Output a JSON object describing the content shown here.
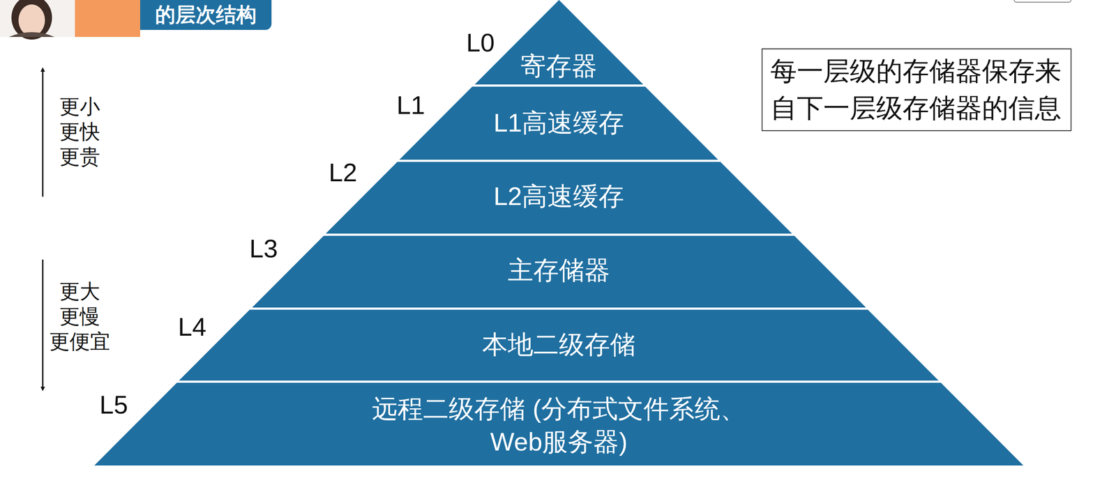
{
  "diagram": {
    "title": "的层次结构",
    "nodes": [
      {
        "text": [
          "寄存器"
        ]
      },
      {
        "text": [
          "L1高速缓存"
        ]
      },
      {
        "text": [
          "L2高速缓存"
        ]
      },
      {
        "text": [
          "主存储器"
        ]
      },
      {
        "text": [
          "本地二级存储"
        ]
      },
      {
        "text": [
          "远程二级存储 (分布式文件系统、Web服务器)"
        ]
      },
      {
        "text": [
          "每一层级的存储器保存来自下一层级存储器的信息"
        ]
      }
    ],
    "labels": [
      "L0",
      "L1",
      "L2",
      "L3",
      "L4",
      "L5",
      "更小 更快 更贵",
      "更大 更慢 更便宜"
    ]
  }
}
